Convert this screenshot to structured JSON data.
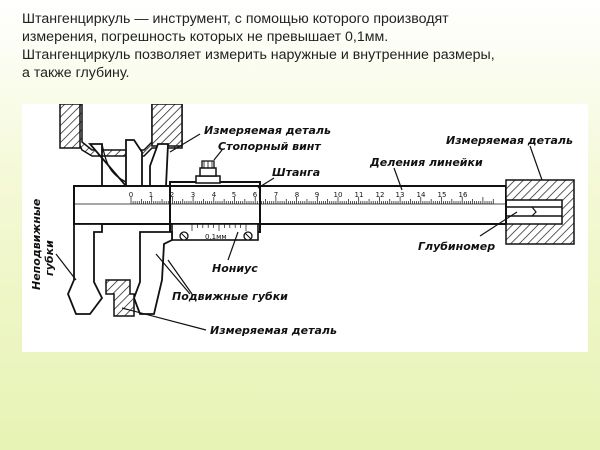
{
  "intro": {
    "line1": "Штангенциркуль — инструмент, с помощью которого производят",
    "line2": "измерения, погрешность которых не превышает 0,1мм.",
    "line3": "Штангенциркуль позволяет измерить наружные и внутренние размеры,",
    "line4": "а также глубину."
  },
  "labels": {
    "part_top": "Измеряемая деталь",
    "part_right": "Измеряемая деталь",
    "part_bottom": "Измеряемая деталь",
    "stop_screw": "Стопорный винт",
    "bar": "Штанга",
    "scale_divisions": "Деления линейки",
    "fixed_jaws_1": "Неподвижные",
    "fixed_jaws_2": "губки",
    "vernier": "Нониус",
    "movable_jaws": "Подвижные губки",
    "depth_gauge": "Глубиномер",
    "vernier_value": "0,1мм"
  },
  "scale_numbers": [
    "0",
    "1",
    "2",
    "3",
    "4",
    "5",
    "6",
    "7",
    "8",
    "9",
    "10",
    "11",
    "12",
    "13",
    "14",
    "15",
    "16"
  ]
}
